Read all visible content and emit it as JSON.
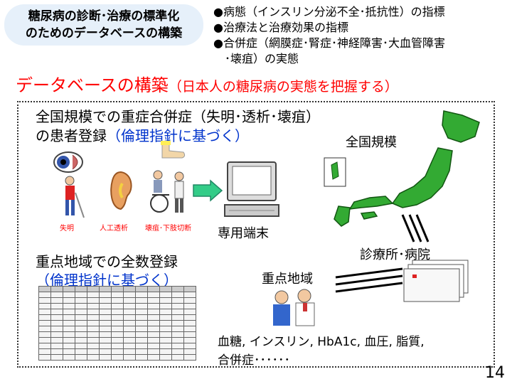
{
  "title": {
    "line1": "糖尿病の診断･治療の標準化",
    "line2": "のためのデータベースの構築"
  },
  "bullets": [
    "●病態（インスリン分泌不全･抵抗性）の指標",
    "●治療法と治療効果の指標",
    "●合併症（網膜症･腎症･神経障害･大血管障害",
    "　･壊疽）の実態"
  ],
  "heading": {
    "main": "データベースの構築",
    "sub": "（日本人の糖尿病の実態を把握する）"
  },
  "national": {
    "line1": "全国規模での重症合併症（失明･透析･壊疽）",
    "line2a": "の患者登録",
    "line2b": "（倫理指針に基づく）"
  },
  "labels": {
    "blind": "失明",
    "dialysis": "人工透析",
    "gangrene": "壊疽･下肢切断"
  },
  "terminal": "専用端末",
  "map_label": "全国規模",
  "clinic": "診療所･病院",
  "priority": {
    "line1": "重点地域での全数登録",
    "line2": "（倫理指針に基づく）"
  },
  "region": "重点地域",
  "items": {
    "line1": "血糖, インスリン, HbA1c, 血圧, 脂質,",
    "line2": "合併症･･････"
  },
  "page_number": "14",
  "colors": {
    "heading_red": "#ff0000",
    "note_blue": "#0033cc",
    "map_green": "#33aa33",
    "title_bg": "#e6f0fa"
  }
}
